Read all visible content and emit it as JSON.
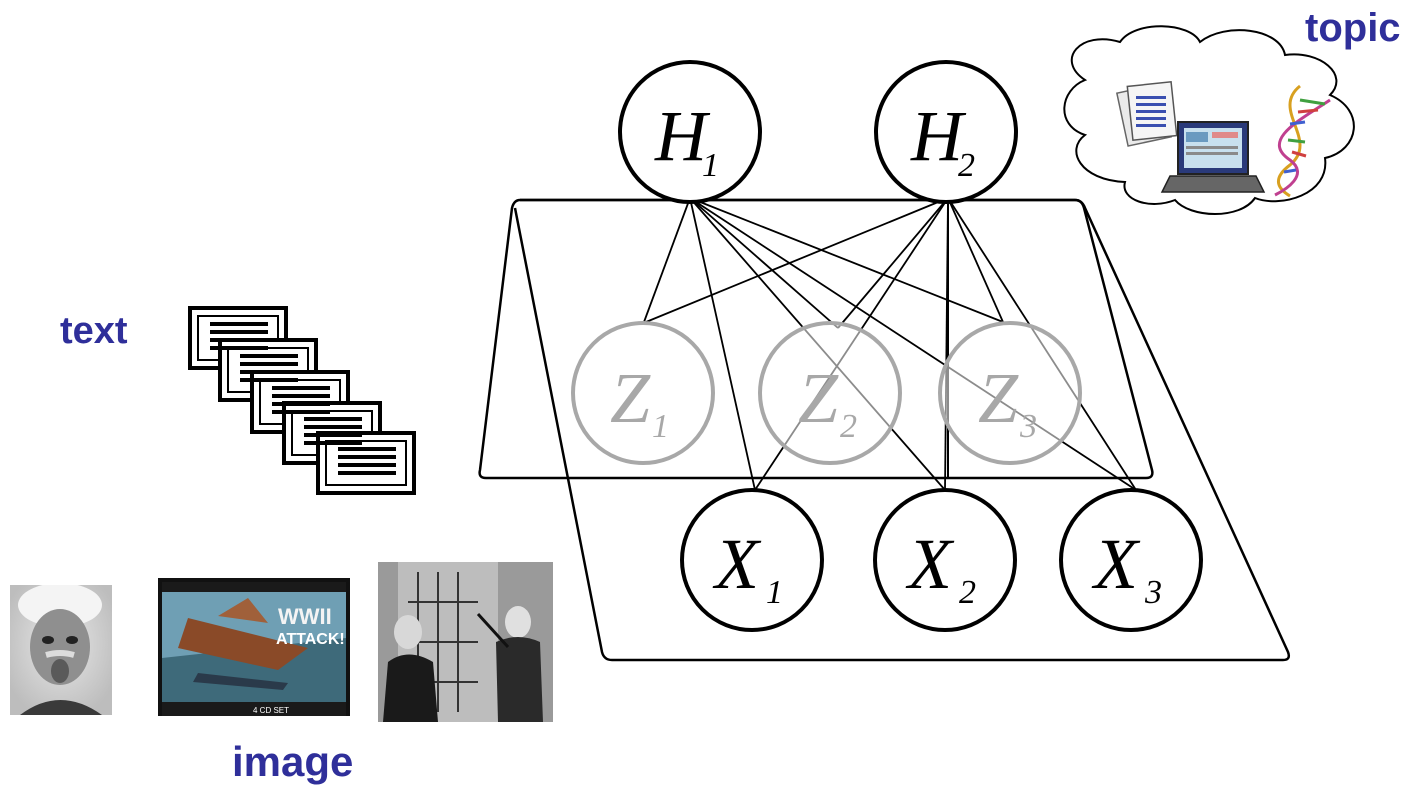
{
  "labels": {
    "text": "text",
    "image": "image",
    "topic": "topic"
  },
  "nodes": {
    "hidden": [
      {
        "letter": "H",
        "sub": "1"
      },
      {
        "letter": "H",
        "sub": "2"
      }
    ],
    "latent": [
      {
        "letter": "Z",
        "sub": "1"
      },
      {
        "letter": "Z",
        "sub": "2"
      },
      {
        "letter": "Z",
        "sub": "3"
      }
    ],
    "observed": [
      {
        "letter": "X",
        "sub": "1"
      },
      {
        "letter": "X",
        "sub": "2"
      },
      {
        "letter": "X",
        "sub": "3"
      }
    ]
  },
  "cover": {
    "title": "WWII",
    "subtitle": "ATTACK!",
    "badge": "4 CD SET"
  },
  "colors": {
    "label": "#2f2f9a",
    "line": "#000000",
    "faded": "#a8a8a8"
  }
}
